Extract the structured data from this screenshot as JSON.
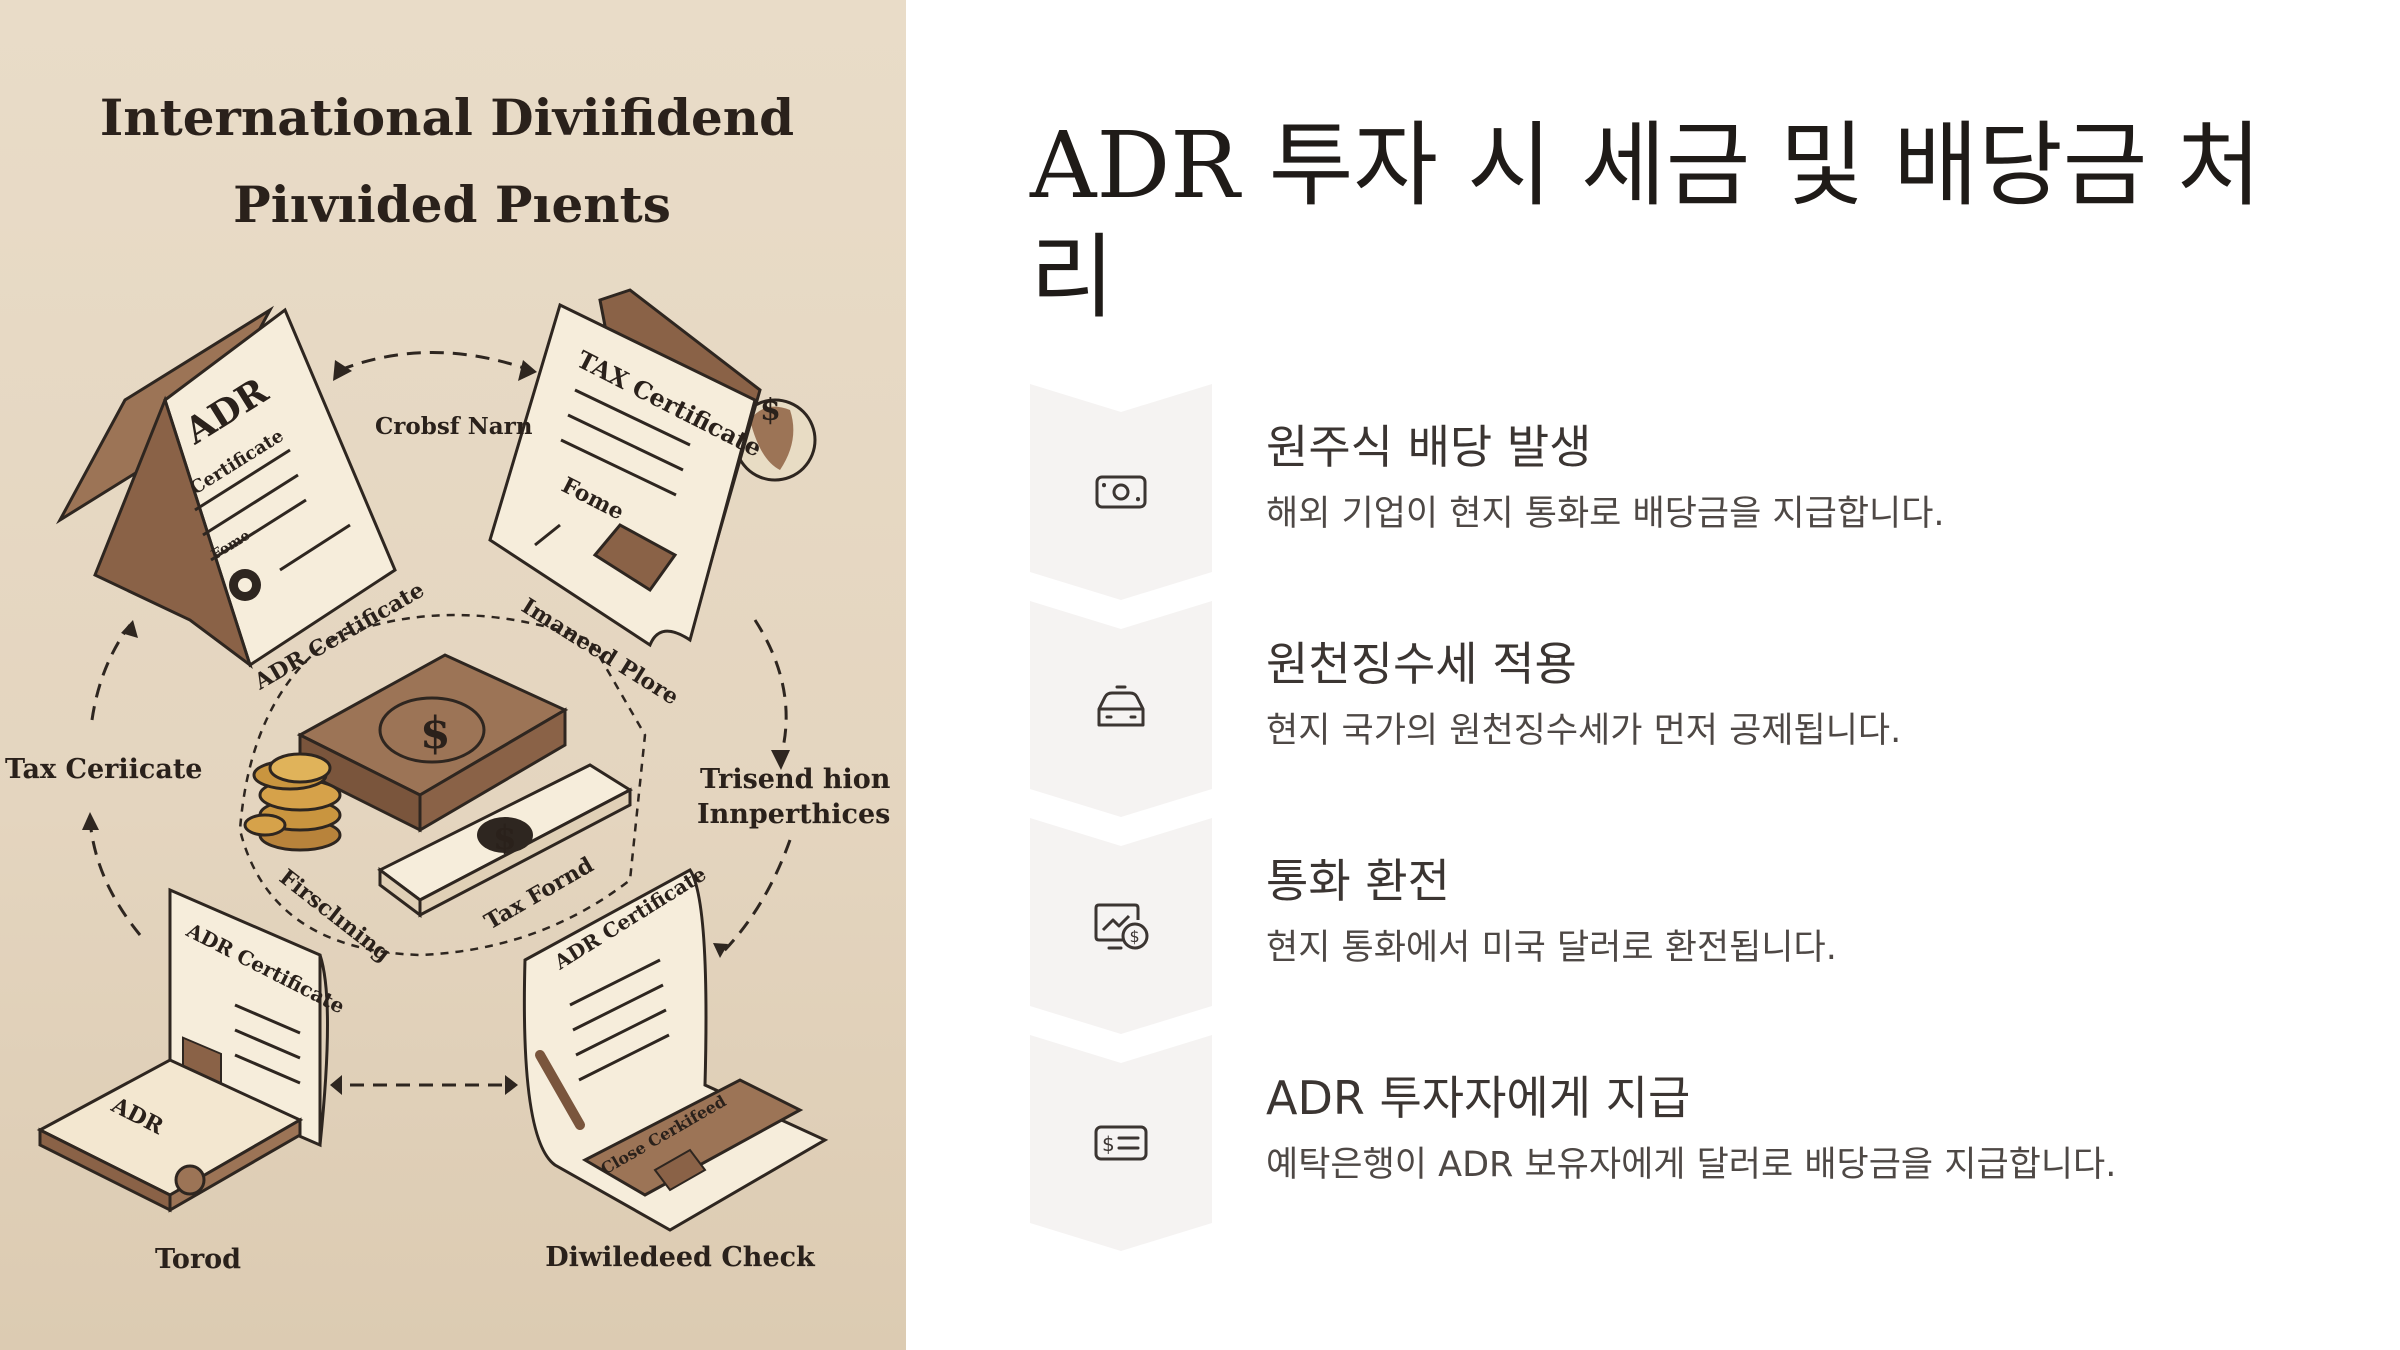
{
  "illustration": {
    "title_line1": "International Diviifidend",
    "title_line2": "Piıvıided Pıents",
    "labels": {
      "top_arrow": "Crobsf Narn",
      "left_cycle": "Tax Ceriicate",
      "right_cycle_1": "Trisend hion",
      "right_cycle_2": "Innperthices",
      "bottom_left": "Torod",
      "bottom_right": "Diwiledeed Check",
      "doc1_caption": "ADR Certificate",
      "doc2_caption": "Imaneed Plore",
      "center_left": "Firsclıning",
      "center_right": "Tax Fornd",
      "doc1_title": "ADR",
      "doc1_sub": "Certificate",
      "doc1_field": "Fome",
      "doc2_title": "TAX Certificate",
      "doc2_field": "Fome",
      "doc3_title": "ADR Certificate",
      "doc4_title": "ADR Certificate",
      "doc4_footer": "Close Cerkifeed",
      "laptop_tag": "ADR"
    }
  },
  "title": "ADR 투자 시 세금 및 배당금 처리",
  "steps": [
    {
      "icon": "banknote-icon",
      "heading": "원주식 배당 발생",
      "description": "해외 기업이 현지 통화로 배당금을 지급합니다."
    },
    {
      "icon": "car-icon",
      "heading": "원천징수세 적용",
      "description": "현지 국가의 원천징수세가 먼저 공제됩니다."
    },
    {
      "icon": "currency-exchange-icon",
      "heading": "통화 환전",
      "description": "현지 통화에서 미국 달러로 환전됩니다."
    },
    {
      "icon": "dollar-card-icon",
      "heading": "ADR 투자자에게 지급",
      "description": "예탁은행이 ADR 보유자에게 달러로 배당금을 지급합니다."
    }
  ],
  "colors": {
    "illustration_bg": "#e6d8c3",
    "chevron_bg": "#f5f3f2",
    "title_text": "#1f1b18",
    "body_text": "#4e4845"
  }
}
